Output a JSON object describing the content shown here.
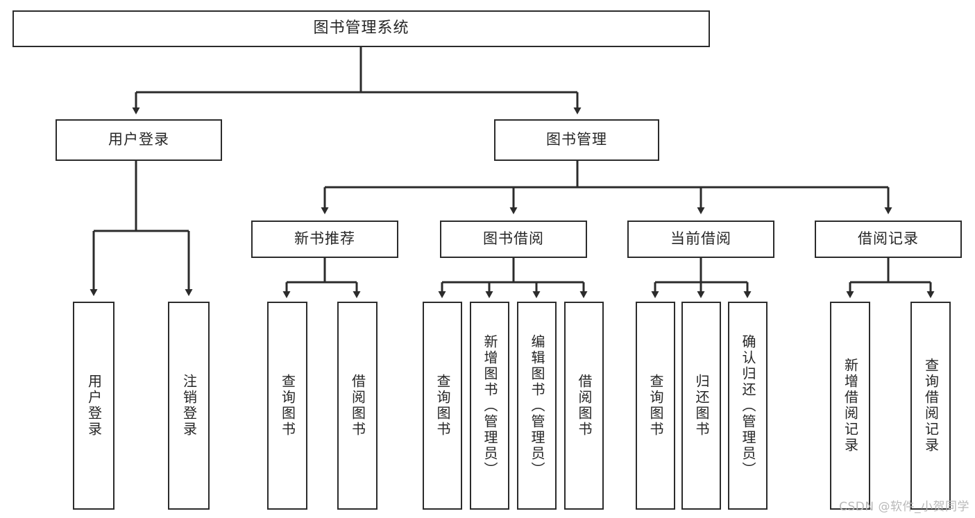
{
  "diagram": {
    "title": "图书管理系统",
    "type": "tree-hierarchy",
    "colors": {
      "box_border": "#2b2b2b",
      "box_fill": "#ffffff",
      "connector": "#2b2b2b",
      "text": "#262626",
      "watermark": "#b9b9b9"
    },
    "root": {
      "label": "图书管理系统"
    },
    "level2": [
      {
        "id": "user-login",
        "label": "用户登录"
      },
      {
        "id": "book-manage",
        "label": "图书管理"
      }
    ],
    "level3": [
      {
        "id": "new-book-rec",
        "label": "新书推荐"
      },
      {
        "id": "book-borrow",
        "label": "图书借阅"
      },
      {
        "id": "current-borrow",
        "label": "当前借阅"
      },
      {
        "id": "borrow-record",
        "label": "借阅记录"
      }
    ],
    "leaves": {
      "user_login": [
        {
          "id": "leaf-user-login",
          "label": "用户登录"
        },
        {
          "id": "leaf-logout",
          "label": "注销登录"
        }
      ],
      "new_book_rec": [
        {
          "id": "leaf-query-book-1",
          "label": "查询图书"
        },
        {
          "id": "leaf-borrow-book-1",
          "label": "借阅图书"
        }
      ],
      "book_borrow": [
        {
          "id": "leaf-query-book-2",
          "label": "查询图书"
        },
        {
          "id": "leaf-add-book",
          "label": "新增图书（管理员）"
        },
        {
          "id": "leaf-edit-book",
          "label": "编辑图书（管理员）"
        },
        {
          "id": "leaf-borrow-book-2",
          "label": "借阅图书"
        }
      ],
      "current_borrow": [
        {
          "id": "leaf-query-book-3",
          "label": "查询图书"
        },
        {
          "id": "leaf-return-book",
          "label": "归还图书"
        },
        {
          "id": "leaf-confirm-return",
          "label": "确认归还（管理员）"
        }
      ],
      "borrow_record": [
        {
          "id": "leaf-add-record",
          "label": "新增借阅记录"
        },
        {
          "id": "leaf-query-record",
          "label": "查询借阅记录"
        }
      ]
    }
  },
  "watermark": {
    "text": "CSDN @软件_小贺同学"
  }
}
